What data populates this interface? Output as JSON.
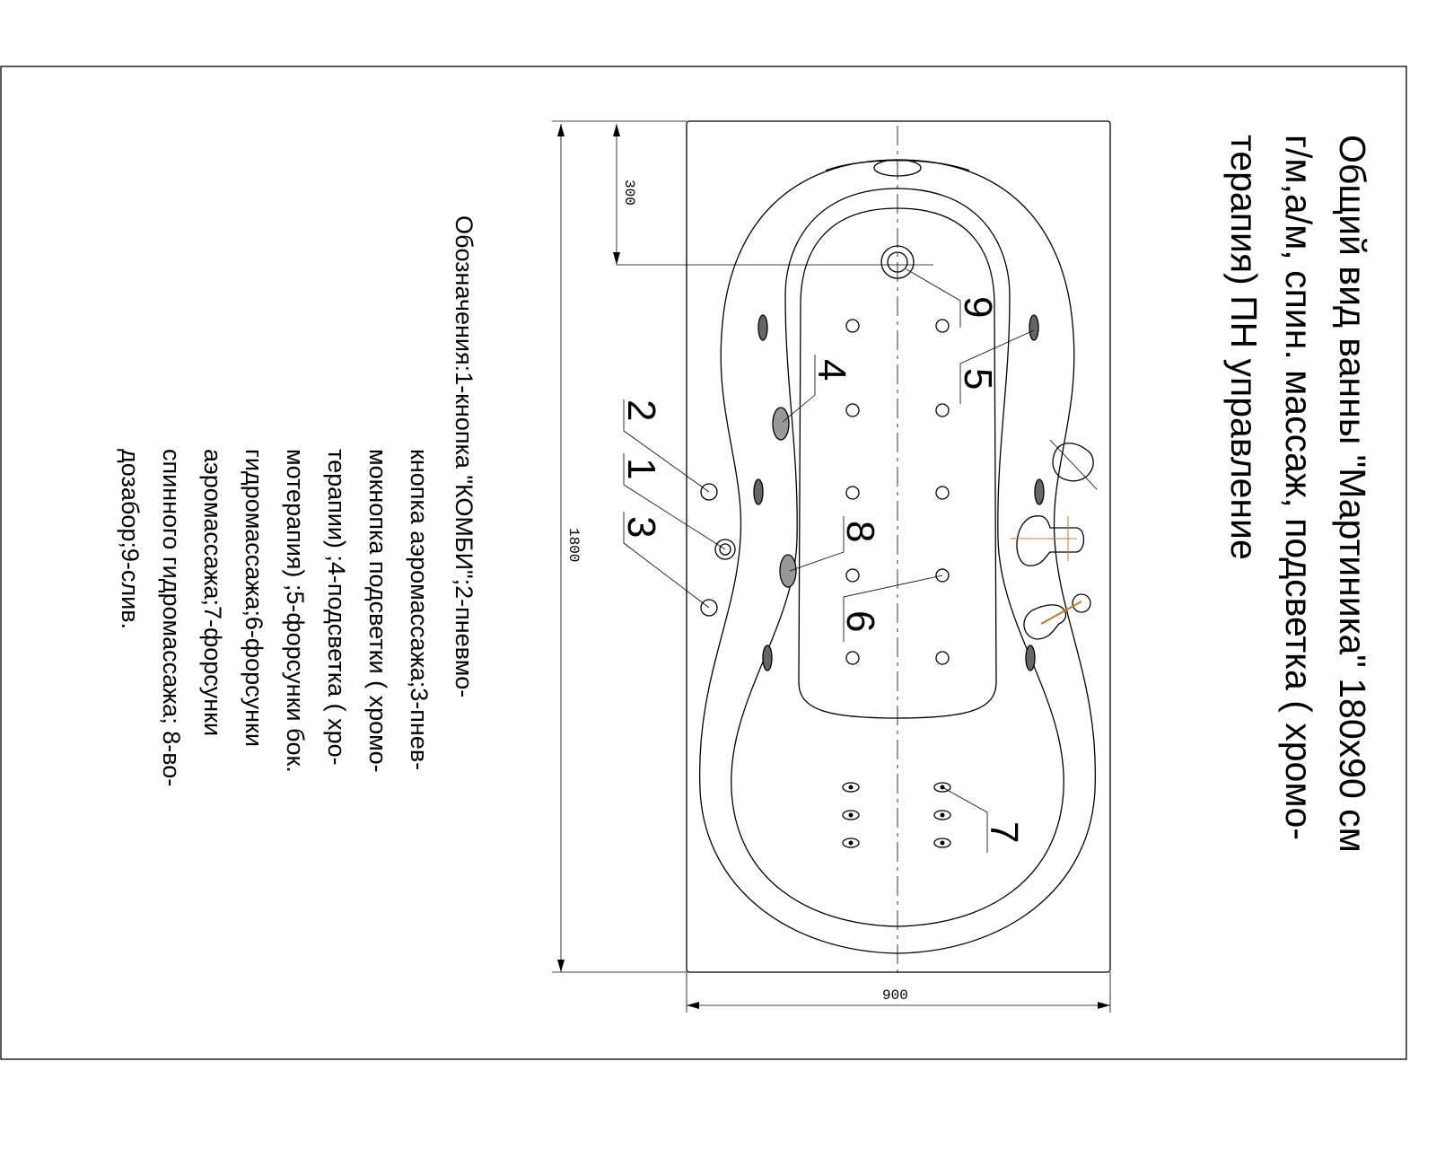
{
  "title": {
    "lines": [
      "Общий вид ванны \"Мартиника\" 180x90 см",
      "г/м,а/м, спин. массаж, подсветка ( хромо-",
      "терапия)   ПН управление"
    ]
  },
  "legend": {
    "lines": [
      "Обозначения:1-кнопка \"КОМБИ\";2-пневмо-",
      "кнопка аэромассажа;3-пнев-",
      "мокнопка подсветки ( хромо-",
      "терапии)  ;4-подсветка ( хро-",
      "мотерапия)  ;5-форсунки бок.",
      "гидромассажа;6-форсунки",
      "аэромассажа;7-форсунки",
      "спинного гидромассажа; 8-во-",
      "дозабор;9-слив."
    ]
  },
  "dimensions": {
    "length": "1800",
    "width": "900",
    "drain_offset": "300"
  },
  "callouts": {
    "c1": "1",
    "c2": "2",
    "c3": "3",
    "c4": "4",
    "c5": "5",
    "c6": "6",
    "c7": "7",
    "c8": "8",
    "c9": "9"
  },
  "colors": {
    "accent": "#c87a20"
  }
}
